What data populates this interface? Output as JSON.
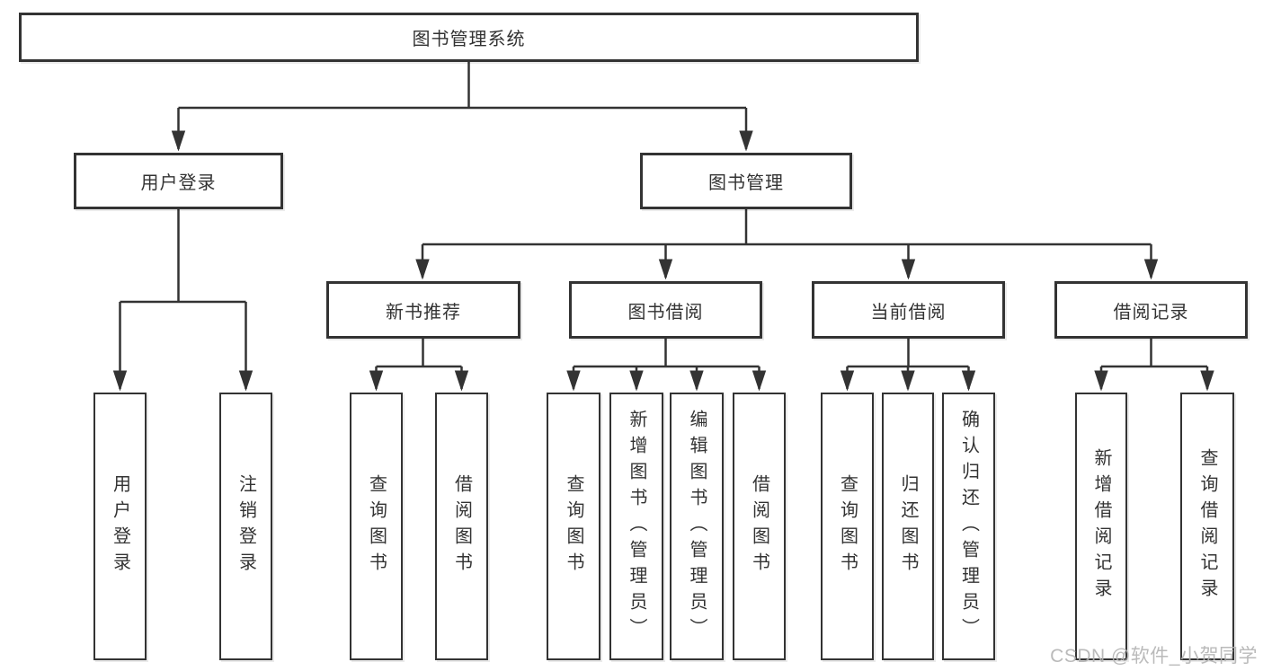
{
  "tree": {
    "root": {
      "label": "图书管理系统"
    },
    "branches": [
      {
        "label": "用户登录",
        "children": [
          {
            "label": "用户登录"
          },
          {
            "label": "注销登录"
          }
        ]
      },
      {
        "label": "图书管理",
        "children": [
          {
            "label": "新书推荐",
            "children": [
              {
                "label": "查询图书"
              },
              {
                "label": "借阅图书"
              }
            ]
          },
          {
            "label": "图书借阅",
            "children": [
              {
                "label": "查询图书"
              },
              {
                "label": "新增图书（管理员）"
              },
              {
                "label": "编辑图书（管理员）"
              },
              {
                "label": "借阅图书"
              }
            ]
          },
          {
            "label": "当前借阅",
            "children": [
              {
                "label": "查询图书"
              },
              {
                "label": "归还图书"
              },
              {
                "label": "确认归还（管理员）"
              }
            ]
          },
          {
            "label": "借阅记录",
            "children": [
              {
                "label": "新增借阅记录"
              },
              {
                "label": "查询借阅记录"
              }
            ]
          }
        ]
      }
    ]
  },
  "watermark": "CSDN @软件_小贺同学",
  "colors": {
    "line": "#333333",
    "text": "#333333",
    "box_background": "#ffffff",
    "watermark": "#b3b3b3",
    "background": "#ffffff"
  }
}
